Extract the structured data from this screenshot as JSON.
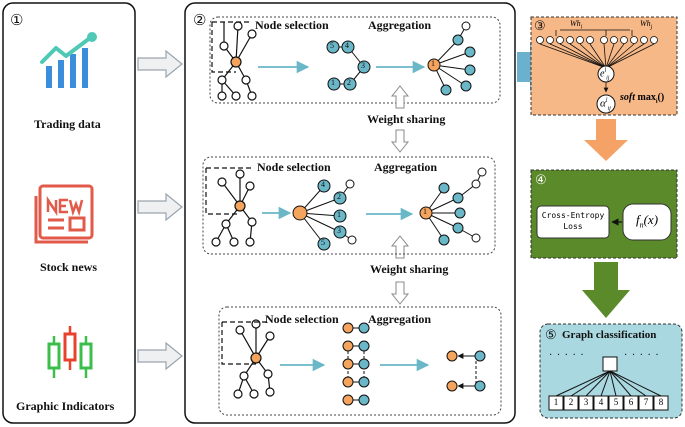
{
  "panel1": {
    "number": "①",
    "items": [
      {
        "label": "Trading data",
        "icon": "trading-chart-icon"
      },
      {
        "label": "Stock news",
        "icon": "newspaper-icon"
      },
      {
        "label": "Graphic Indicators",
        "icon": "candlestick-icon"
      }
    ]
  },
  "panel2": {
    "number": "②",
    "rows": [
      {
        "node_selection": "Node selection",
        "aggregation": "Aggregation",
        "numbered_nodes": [
          "5",
          "4",
          "3",
          "1",
          "2"
        ]
      },
      {
        "node_selection": "Node selection",
        "aggregation": "Aggregation",
        "numbered_nodes": [
          "4",
          "2",
          "1",
          "3",
          "5"
        ]
      },
      {
        "node_selection": "Node selection",
        "aggregation": "Aggregation",
        "numbered_nodes": []
      }
    ],
    "weight_sharing": "Weight sharing",
    "center_label": "1"
  },
  "panel3": {
    "number": "③",
    "wh_left": "Wh",
    "wh_left_sub": "i",
    "wh_right": "Wh",
    "wh_right_sub": "j",
    "e_label": "e",
    "e_sub": "ij",
    "e_sup": "l",
    "alpha_label": "α",
    "alpha_sub": "ij",
    "alpha_sup": "l",
    "softmax_label": "soft",
    "softmax_fn": "max",
    "softmax_sub": "i",
    "softmax_paren": "()"
  },
  "panel4": {
    "number": "④",
    "loss_line1": "Cross-Entropy",
    "loss_line2": "Loss",
    "f_label": "f",
    "f_sub": "n",
    "f_arg": "(x)"
  },
  "panel5": {
    "number": "⑤",
    "title": "Graph classification",
    "dots": "· · · · ·",
    "leaves": [
      "1",
      "2",
      "3",
      "4",
      "5",
      "6",
      "7",
      "8"
    ]
  },
  "colors": {
    "orange": "#f4a45c",
    "teal": "#6ab7c8",
    "panel3_fill": "#f7b887",
    "panel4_fill": "#5a8a2a",
    "panel5_fill": "#a9d8e0",
    "arrow_gray": "#9aa3ad",
    "arrow_blue": "#6bb0cc",
    "arrow_orange": "#f5a266",
    "arrow_green": "#5a8a2a"
  }
}
